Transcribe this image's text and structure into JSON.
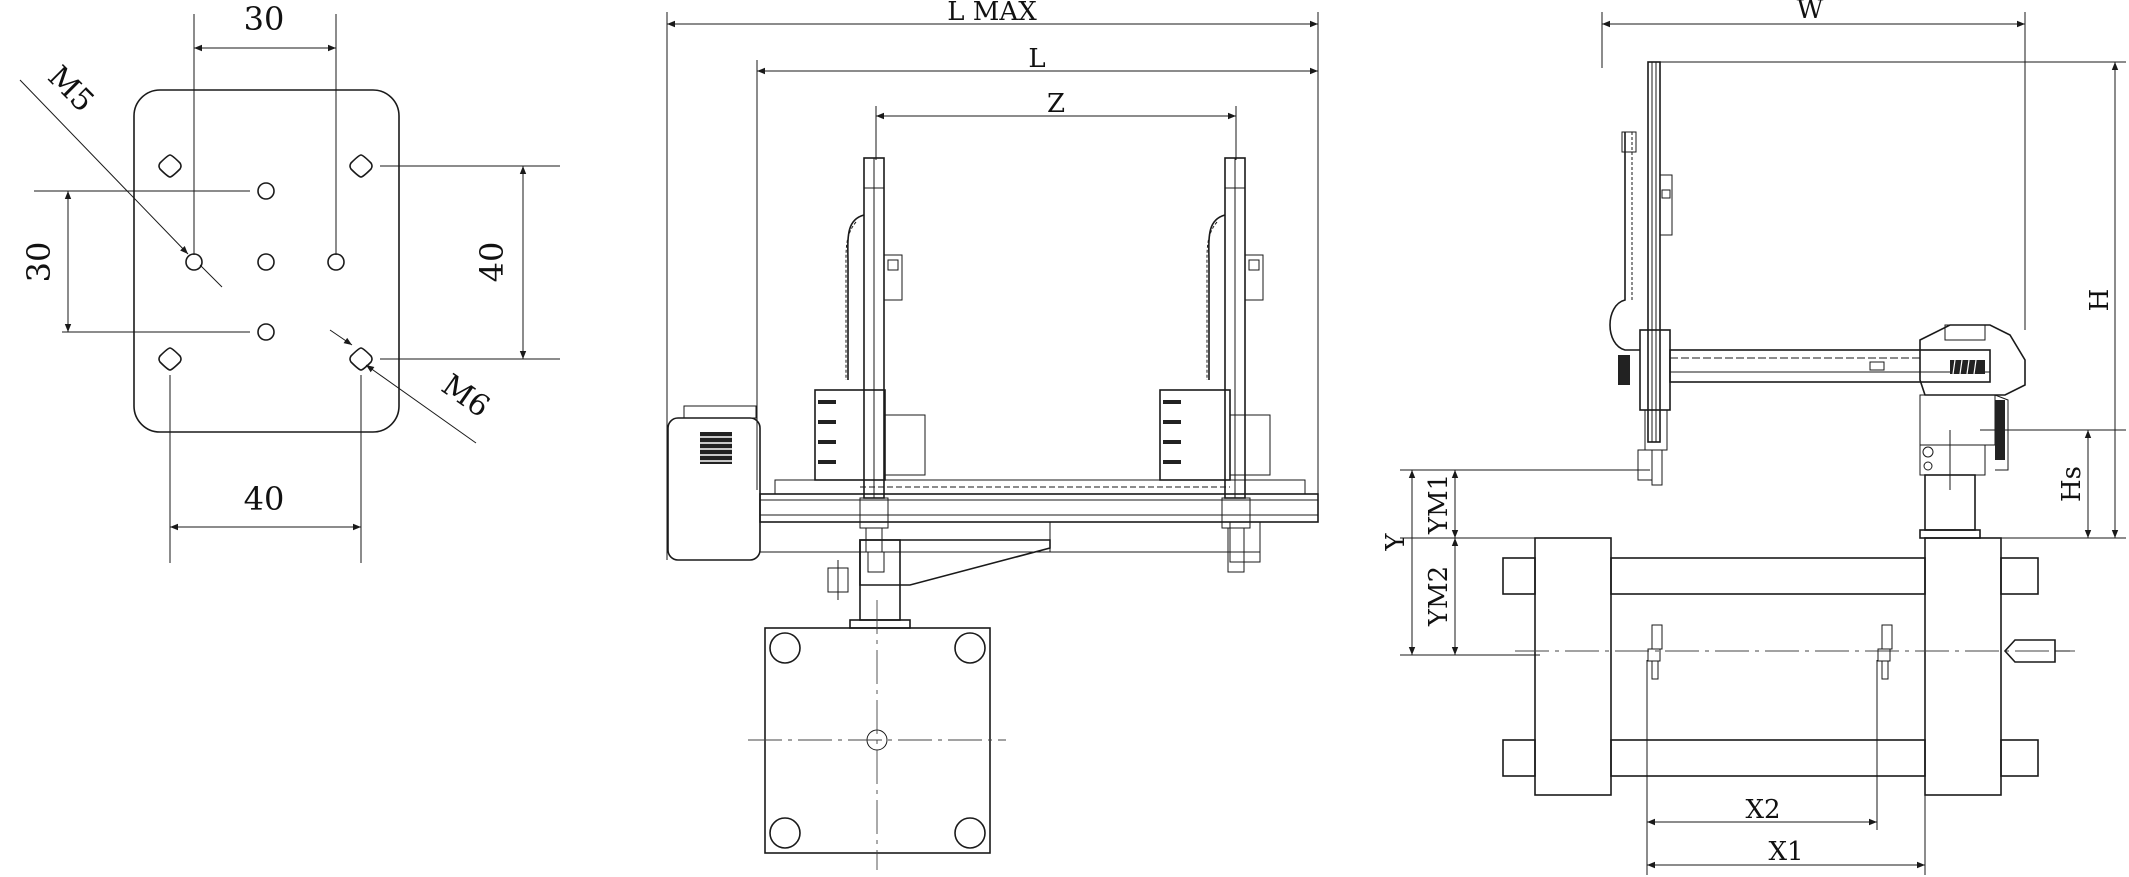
{
  "colors": {
    "line": "#1a1a1a",
    "background": "#ffffff"
  },
  "plate": {
    "dim_top": "30",
    "dim_left": "30",
    "dim_right": "40",
    "dim_bottom": "40",
    "thread_a": "M5",
    "thread_b": "M6"
  },
  "front": {
    "dim_lmax": "L MAX",
    "dim_l": "L",
    "dim_z": "Z"
  },
  "side": {
    "dim_w": "W",
    "dim_h": "H",
    "dim_hs": "Hs",
    "dim_y": "Y",
    "dim_ym1": "YM1",
    "dim_ym2": "YM2",
    "dim_x1": "X1",
    "dim_x2": "X2"
  }
}
